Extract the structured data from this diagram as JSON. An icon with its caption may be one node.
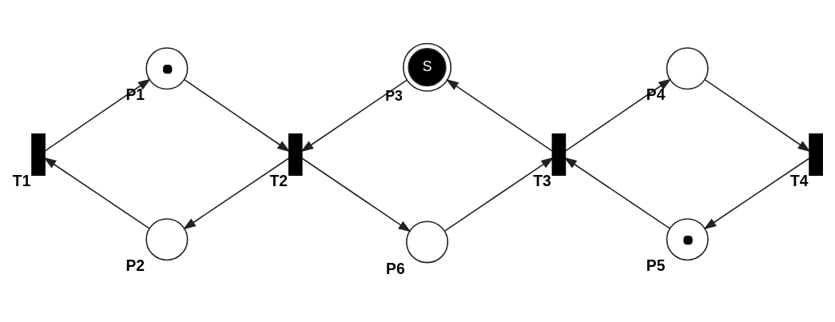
{
  "diagram": {
    "nodes": [
      {
        "text": [],
        "shape": "circle",
        "beside": [
          "P1"
        ]
      },
      {
        "text": [
          "S"
        ],
        "beside": [
          "P3"
        ]
      },
      {
        "text": [],
        "shape": "circle",
        "beside": [
          "P4"
        ]
      },
      {
        "text": [],
        "shape": "bar",
        "beside": [
          "T1"
        ]
      },
      {
        "text": [],
        "shape": "bar",
        "beside": [
          "T2"
        ]
      },
      {
        "text": [],
        "shape": "bar",
        "beside": [
          "T3"
        ]
      },
      {
        "text": [],
        "shape": "bar",
        "beside": [
          "T4"
        ]
      },
      {
        "text": [],
        "shape": "circle",
        "beside": [
          "P2"
        ]
      },
      {
        "text": [],
        "shape": "circle",
        "beside": [
          "P6"
        ]
      },
      {
        "text": [],
        "shape": "circle",
        "beside": [
          "P5"
        ]
      }
    ],
    "edges": [
      {
        "from": 3,
        "to": 0,
        "arrow": "to"
      },
      {
        "from": 0,
        "to": 4,
        "arrow": "to"
      },
      {
        "from": 1,
        "to": 4,
        "arrow": "to"
      },
      {
        "from": 5,
        "to": 1,
        "arrow": "to"
      },
      {
        "from": 5,
        "to": 2,
        "arrow": "to"
      },
      {
        "from": 2,
        "to": 6,
        "arrow": "to"
      },
      {
        "from": 7,
        "to": 3,
        "arrow": "to"
      },
      {
        "from": 4,
        "to": 7,
        "arrow": "to"
      },
      {
        "from": 4,
        "to": 8,
        "arrow": "to"
      },
      {
        "from": 8,
        "to": 5,
        "arrow": "to"
      },
      {
        "from": 9,
        "to": 5,
        "arrow": "to"
      },
      {
        "from": 6,
        "to": 9,
        "arrow": "to"
      }
    ]
  }
}
